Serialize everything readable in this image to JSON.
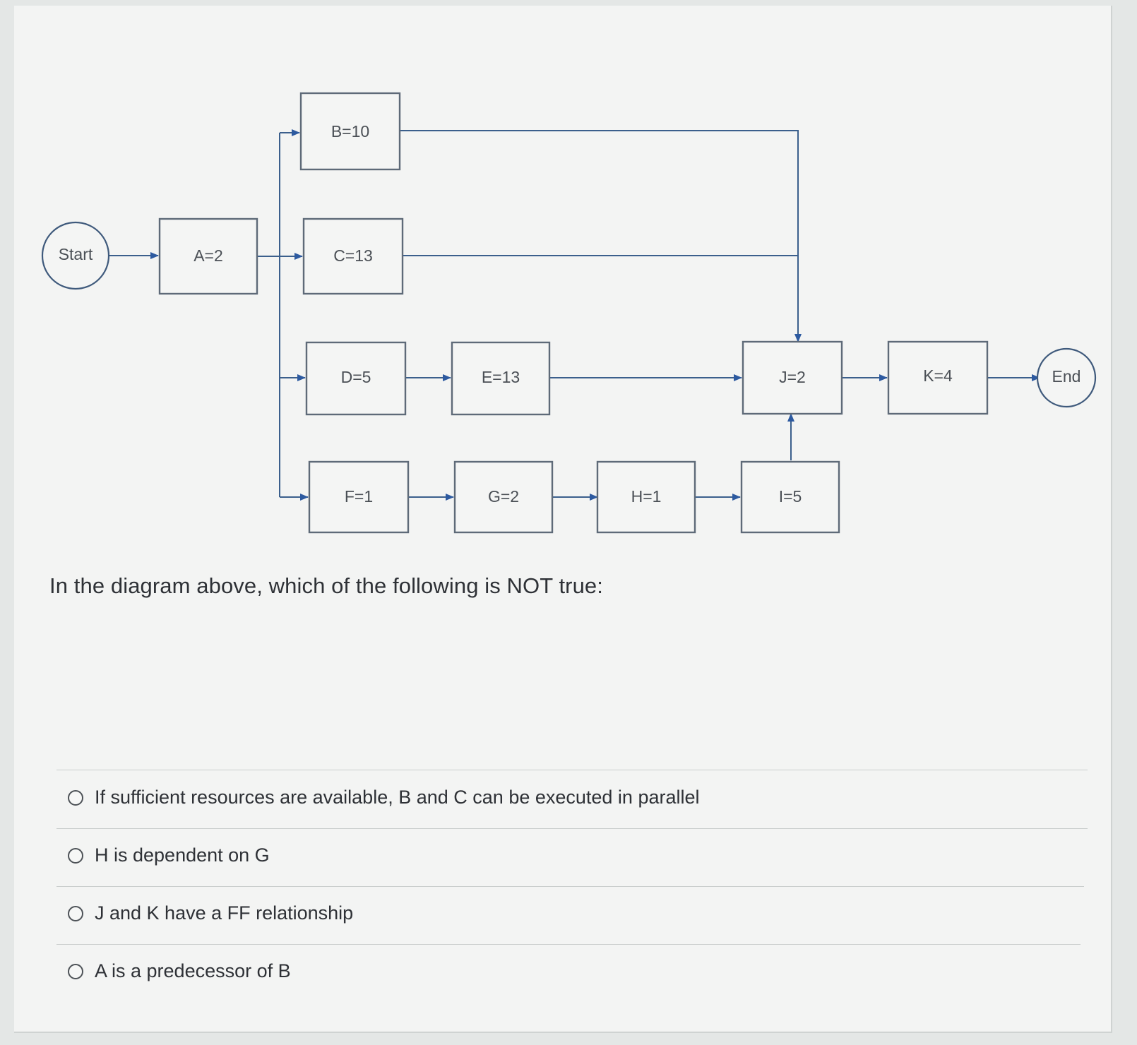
{
  "diagram": {
    "start": "Start",
    "end": "End",
    "nodes": {
      "A": "A=2",
      "B": "B=10",
      "C": "C=13",
      "D": "D=5",
      "E": "E=13",
      "F": "F=1",
      "G": "G=2",
      "H": "H=1",
      "I": "I=5",
      "J": "J=2",
      "K": "K=4"
    }
  },
  "question": "In the diagram above, which of the following is NOT true:",
  "options": [
    "If sufficient resources are available, B and C can be executed in parallel",
    "H is dependent on G",
    "J and K have a FF relationship",
    "A is a predecessor of B"
  ]
}
